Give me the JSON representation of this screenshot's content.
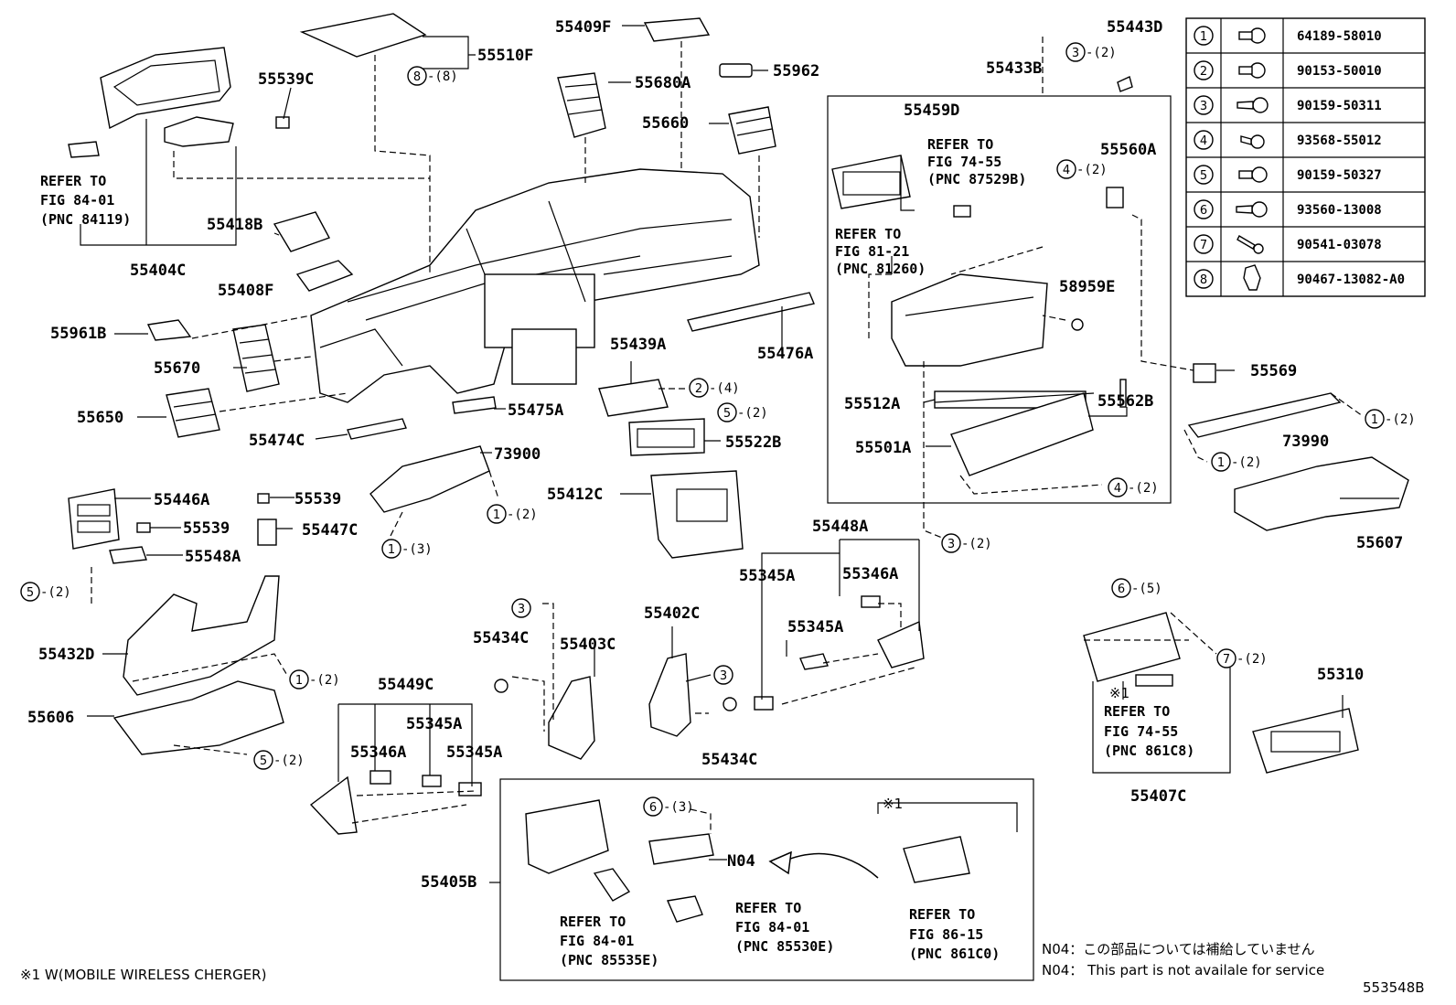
{
  "parts": {
    "p55510F": "55510F",
    "p55409F": "55409F",
    "p55443D": "55443D",
    "p55539C": "55539C",
    "p55680A": "55680A",
    "p55962": "55962",
    "p55433B": "55433B",
    "p55660": "55660",
    "p55459D": "55459D",
    "p55560A": "55560A",
    "p55418B": "55418B",
    "p55404C": "55404C",
    "p55408F": "55408F",
    "p58959E": "58959E",
    "p55961B": "55961B",
    "p55476A": "55476A",
    "p55670": "55670",
    "p55439A": "55439A",
    "p55569": "55569",
    "p55512A": "55512A",
    "p55562B": "55562B",
    "p55650": "55650",
    "p55475A": "55475A",
    "p55474C": "55474C",
    "p55522B": "55522B",
    "p55501A": "55501A",
    "p73990": "73990",
    "p73900": "73900",
    "p55446A": "55446A",
    "p55539": "55539",
    "p55539b": "55539",
    "p55447C": "55447C",
    "p55412C": "55412C",
    "p55548A": "55548A",
    "p55448A": "55448A",
    "p55607": "55607",
    "p55345A_1": "55345A",
    "p55346A_1": "55346A",
    "p55345A_2": "55345A",
    "p55432D": "55432D",
    "p55402C": "55402C",
    "p55434C_1": "55434C",
    "p55403C": "55403C",
    "p55449C": "55449C",
    "p55606": "55606",
    "p55345A_3": "55345A",
    "p55346A_2": "55346A",
    "p55345A_4": "55345A",
    "p55434C_2": "55434C",
    "p55310": "55310",
    "p55407C": "55407C",
    "p55405B": "55405B",
    "pN04": "N04"
  },
  "refs": {
    "r1": [
      "REFER TO",
      "FIG 84-01",
      "(PNC 84119)"
    ],
    "r2": [
      "REFER TO",
      "FIG 74-55",
      "(PNC 87529B)"
    ],
    "r3": [
      "REFER TO",
      "FIG 81-21",
      "(PNC 81260)"
    ],
    "r4": [
      "REFER TO",
      "FIG 74-55",
      "(PNC 861C8)"
    ],
    "r5": [
      "REFER TO",
      "FIG 84-01",
      "(PNC 85535E)"
    ],
    "r6": [
      "REFER TO",
      "FIG 84-01",
      "(PNC 85530E)"
    ],
    "r7": [
      "REFER TO",
      "FIG 86-15",
      "(PNC 861C0)"
    ]
  },
  "callouts": {
    "c8": {
      "n": "8",
      "q": "-(8)"
    },
    "c3a": {
      "n": "3",
      "q": "-(2)"
    },
    "c4a": {
      "n": "4",
      "q": "-(2)"
    },
    "c2a": {
      "n": "2",
      "q": "-(4)"
    },
    "c5a": {
      "n": "5",
      "q": "-(2)"
    },
    "c1a": {
      "n": "1",
      "q": "-(2)"
    },
    "c1b": {
      "n": "1",
      "q": "-(3)"
    },
    "c1c": {
      "n": "1",
      "q": "-(2)"
    },
    "c1d": {
      "n": "1",
      "q": "-(2)"
    },
    "c4b": {
      "n": "4",
      "q": "-(2)"
    },
    "c3b": {
      "n": "3",
      "q": "-(2)"
    },
    "c5b": {
      "n": "5",
      "q": "-(2)"
    },
    "c1e": {
      "n": "1",
      "q": "-(2)"
    },
    "c3c": {
      "n": "3",
      "q": ""
    },
    "c3d": {
      "n": "3",
      "q": ""
    },
    "c6a": {
      "n": "6",
      "q": "-(5)"
    },
    "c7a": {
      "n": "7",
      "q": "-(2)"
    },
    "c5c": {
      "n": "5",
      "q": "-(2)"
    },
    "c6b": {
      "n": "6",
      "q": "-(3)"
    }
  },
  "fastener_table": [
    {
      "n": "1",
      "part": "64189-58010"
    },
    {
      "n": "2",
      "part": "90153-50010"
    },
    {
      "n": "3",
      "part": "90159-50311"
    },
    {
      "n": "4",
      "part": "93568-55012"
    },
    {
      "n": "5",
      "part": "90159-50327"
    },
    {
      "n": "6",
      "part": "93560-13008"
    },
    {
      "n": "7",
      "part": "90541-03078"
    },
    {
      "n": "8",
      "part": "90467-13082-A0"
    }
  ],
  "marks": {
    "x1a": "※1",
    "x1b": "※1"
  },
  "footnotes": {
    "w_note": "※1 W(MOBILE WIRELESS CHERGER)",
    "n04_jp": "N04：この部品については補給していません",
    "n04_en": "N04： This part is not availale for service",
    "diagram_id": "553548B"
  }
}
